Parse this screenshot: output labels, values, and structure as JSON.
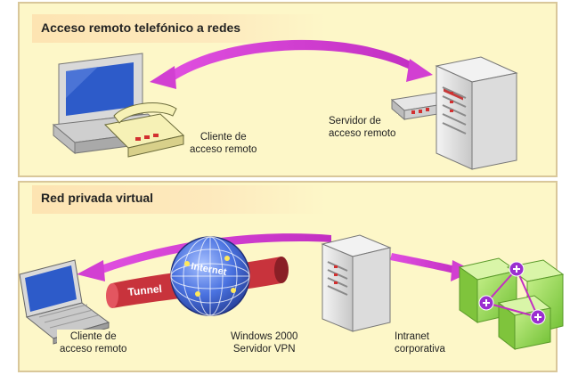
{
  "sections": {
    "top": {
      "title": "Acceso remoto telefónico a redes"
    },
    "bottom": {
      "title": "Red privada virtual"
    }
  },
  "labels": {
    "client_top": [
      "Cliente de",
      "acceso remoto"
    ],
    "server_top": [
      "Servidor de",
      "acceso remoto"
    ],
    "client_bottom": [
      "Cliente de",
      "acceso remoto"
    ],
    "vpn_server": [
      "Windows 2000",
      "Servidor VPN"
    ],
    "intranet": [
      "Intranet",
      "corporativa"
    ],
    "tunnel": "Tunnel",
    "internet": "Internet"
  },
  "colors": {
    "panel": "#fdf7c8",
    "arrow": "#d23fd2",
    "tunnel": "#c8333c",
    "globe": "#3a5fd0",
    "cube": "#8fd34a"
  },
  "icons": [
    "desktop-computer-icon",
    "telephone-icon",
    "server-tower-icon",
    "modem-icon",
    "laptop-icon",
    "globe-icon",
    "intranet-cubes-icon"
  ]
}
